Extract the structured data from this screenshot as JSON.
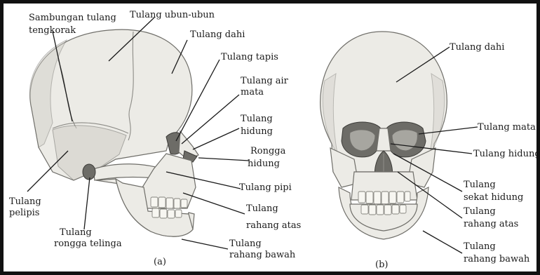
{
  "figure_a": {
    "caption": "(a)",
    "labels": {
      "sambungan_line1": "Sambungan tulang",
      "sambungan_line2": "tengkorak",
      "ubun_ubun": "Tulang ubun-ubun",
      "dahi": "Tulang dahi",
      "tapis": "Tulang tapis",
      "air_mata_line1": "Tulang air",
      "air_mata_line2": "mata",
      "hidung_line1": "Tulang",
      "hidung_line2": "hidung",
      "rongga_hidung_line1": "Rongga",
      "rongga_hidung_line2": "hidung",
      "pipi": "Tulang pipi",
      "rahang_atas_line1": "Tulang",
      "rahang_atas_line2": "rahang atas",
      "rahang_bawah_line1": "Tulang",
      "rahang_bawah_line2": "rahang bawah",
      "pelipis_line1": "Tulang",
      "pelipis_line2": "pelipis",
      "rongga_telinga_line1": "Tulang",
      "rongga_telinga_line2": "rongga telinga"
    }
  },
  "figure_b": {
    "caption": "(b)",
    "labels": {
      "dahi": "Tulang dahi",
      "mata": "Tulang mata",
      "hidung": "Tulang hidung",
      "sekat_hidung_line1": "Tulang",
      "sekat_hidung_line2": "sekat hidung",
      "rahang_atas_line1": "Tulang",
      "rahang_atas_line2": "rahang atas",
      "rahang_bawah_line1": "Tulang",
      "rahang_bawah_line2": "rahang bawah"
    }
  }
}
